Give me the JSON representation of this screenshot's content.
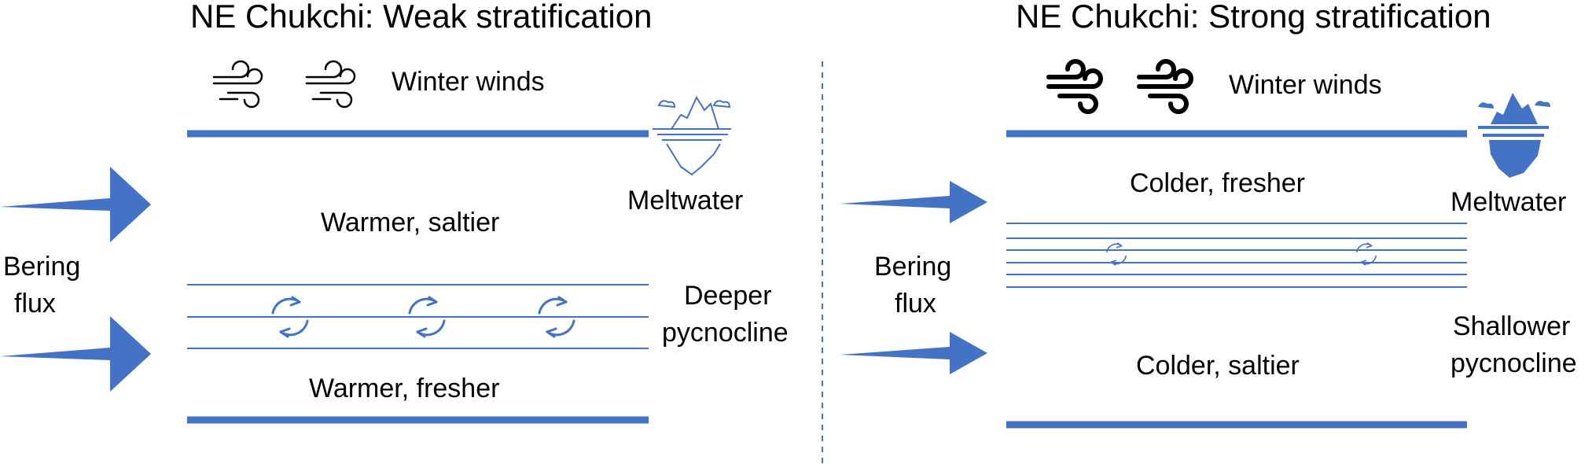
{
  "colors": {
    "accent": "#4472C4",
    "ink": "#000000",
    "divider": "#4472C4"
  },
  "left_panel": {
    "title": "NE Chukchi: Weak stratification",
    "wind_label": "Winter winds",
    "surface_layer": "Warmer, saltier",
    "bottom_layer": "Warmer, fresher",
    "inflow_label_line1": "Bering",
    "inflow_label_line2": "flux",
    "ice_label": "Meltwater",
    "pycnocline_line1": "Deeper",
    "pycnocline_line2": "pycnocline",
    "icons": [
      "wind-icon",
      "iceberg-outline-icon",
      "mixing-cycle-icon"
    ]
  },
  "right_panel": {
    "title": "NE Chukchi: Strong stratification",
    "wind_label": "Winter winds",
    "surface_layer": "Colder, fresher",
    "bottom_layer": "Colder, saltier",
    "inflow_label_line1": "Bering",
    "inflow_label_line2": "flux",
    "ice_label": "Meltwater",
    "pycnocline_line1": "Shallower",
    "pycnocline_line2": "pycnocline",
    "icons": [
      "wind-bold-icon",
      "iceberg-filled-icon",
      "mixing-cycle-icon"
    ]
  }
}
